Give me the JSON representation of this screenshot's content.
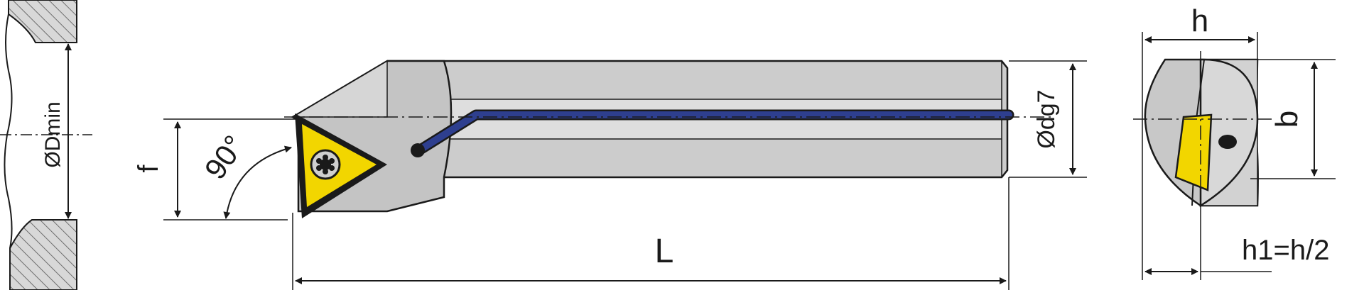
{
  "labels": {
    "bore_diameter": "ØDmin",
    "angle": "90°",
    "offset": "f",
    "length": "L",
    "shank_diameter": "Ødg7",
    "height": "h",
    "width": "b",
    "half_height": "h1=h/2"
  },
  "colors": {
    "outline": "#1a1a1a",
    "body_fill": "#c9c9c9",
    "body_light": "#dedede",
    "coolant": "#2e3f8f",
    "insert": "#f2d600",
    "hatch": "#7a7a7a"
  }
}
